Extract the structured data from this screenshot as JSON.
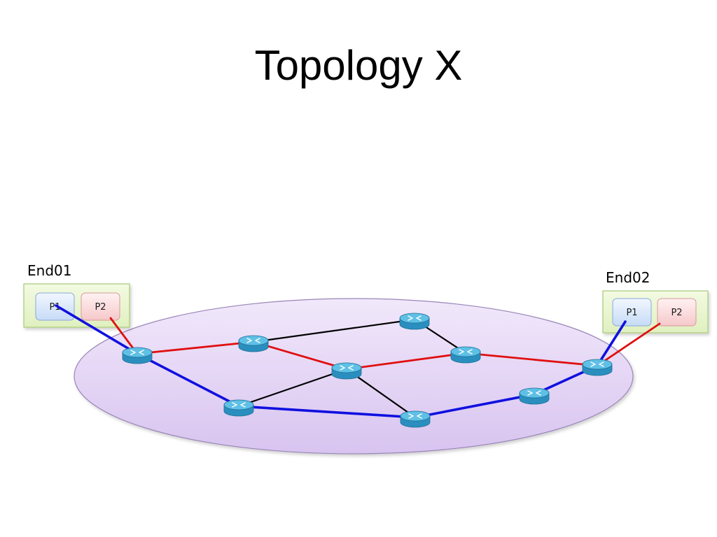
{
  "slide": {
    "title": "Topology X"
  },
  "colors": {
    "network_fill": "#e6d8f5",
    "network_stroke": "#9a86b8",
    "endpoint_fill": "#eaf6d0",
    "endpoint_stroke": "#a8c878",
    "port_p1": "#dbe8fb",
    "port_p2": "#fbdfe0",
    "router": "#2a8fbf",
    "router_top": "#5fc0e6",
    "link_black": "#000000",
    "link_red": "#e01010",
    "link_blue": "#1010e0"
  },
  "endpoints": [
    {
      "id": "end01",
      "name": "End01",
      "ports": [
        {
          "id": "end01-p1",
          "label": "P1"
        },
        {
          "id": "end01-p2",
          "label": "P2"
        }
      ]
    },
    {
      "id": "end02",
      "name": "End02",
      "ports": [
        {
          "id": "end02-p1",
          "label": "P1"
        },
        {
          "id": "end02-p2",
          "label": "P2"
        }
      ]
    }
  ],
  "routers": [
    {
      "id": "r1",
      "icon": "router-icon"
    },
    {
      "id": "r2",
      "icon": "router-icon"
    },
    {
      "id": "r3",
      "icon": "router-icon"
    },
    {
      "id": "r4",
      "icon": "router-icon"
    },
    {
      "id": "r5",
      "icon": "router-icon"
    },
    {
      "id": "r6",
      "icon": "router-icon"
    },
    {
      "id": "r7",
      "icon": "router-icon"
    },
    {
      "id": "r8",
      "icon": "router-icon"
    },
    {
      "id": "r9",
      "icon": "router-icon"
    }
  ],
  "links": {
    "black": [
      [
        "r2",
        "r3"
      ],
      [
        "r3",
        "r5"
      ],
      [
        "r4",
        "r6"
      ],
      [
        "r6",
        "r7"
      ]
    ],
    "red": [
      [
        "end01-p2",
        "r1"
      ],
      [
        "r1",
        "r2"
      ],
      [
        "r2",
        "r6"
      ],
      [
        "r6",
        "r5"
      ],
      [
        "r5",
        "r9"
      ],
      [
        "r9",
        "end02-p2"
      ]
    ],
    "blue": [
      [
        "end01-p1",
        "r1"
      ],
      [
        "r1",
        "r4"
      ],
      [
        "r4",
        "r7"
      ],
      [
        "r7",
        "r8"
      ],
      [
        "r8",
        "r9"
      ],
      [
        "r9",
        "end02-p1"
      ]
    ]
  }
}
